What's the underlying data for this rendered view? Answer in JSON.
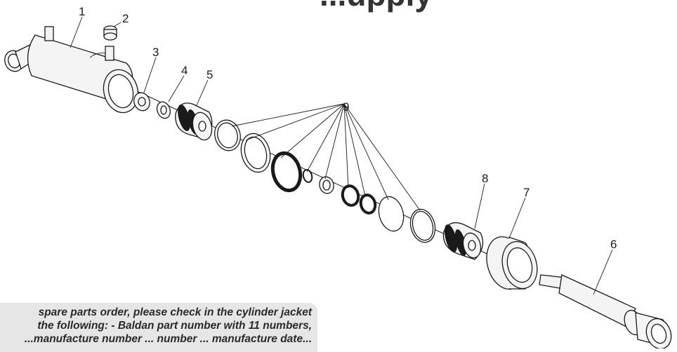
{
  "header_fragment": "...upply",
  "callouts": [
    "1",
    "2",
    "3",
    "4",
    "5",
    "9",
    "8",
    "7",
    "6"
  ],
  "note": {
    "line1": "spare parts order, please check in the cylinder jacket",
    "line2": "the following: - Baldan part number with 11 numbers,",
    "line3": "...manufacture number ... number ... manufacture date..."
  }
}
